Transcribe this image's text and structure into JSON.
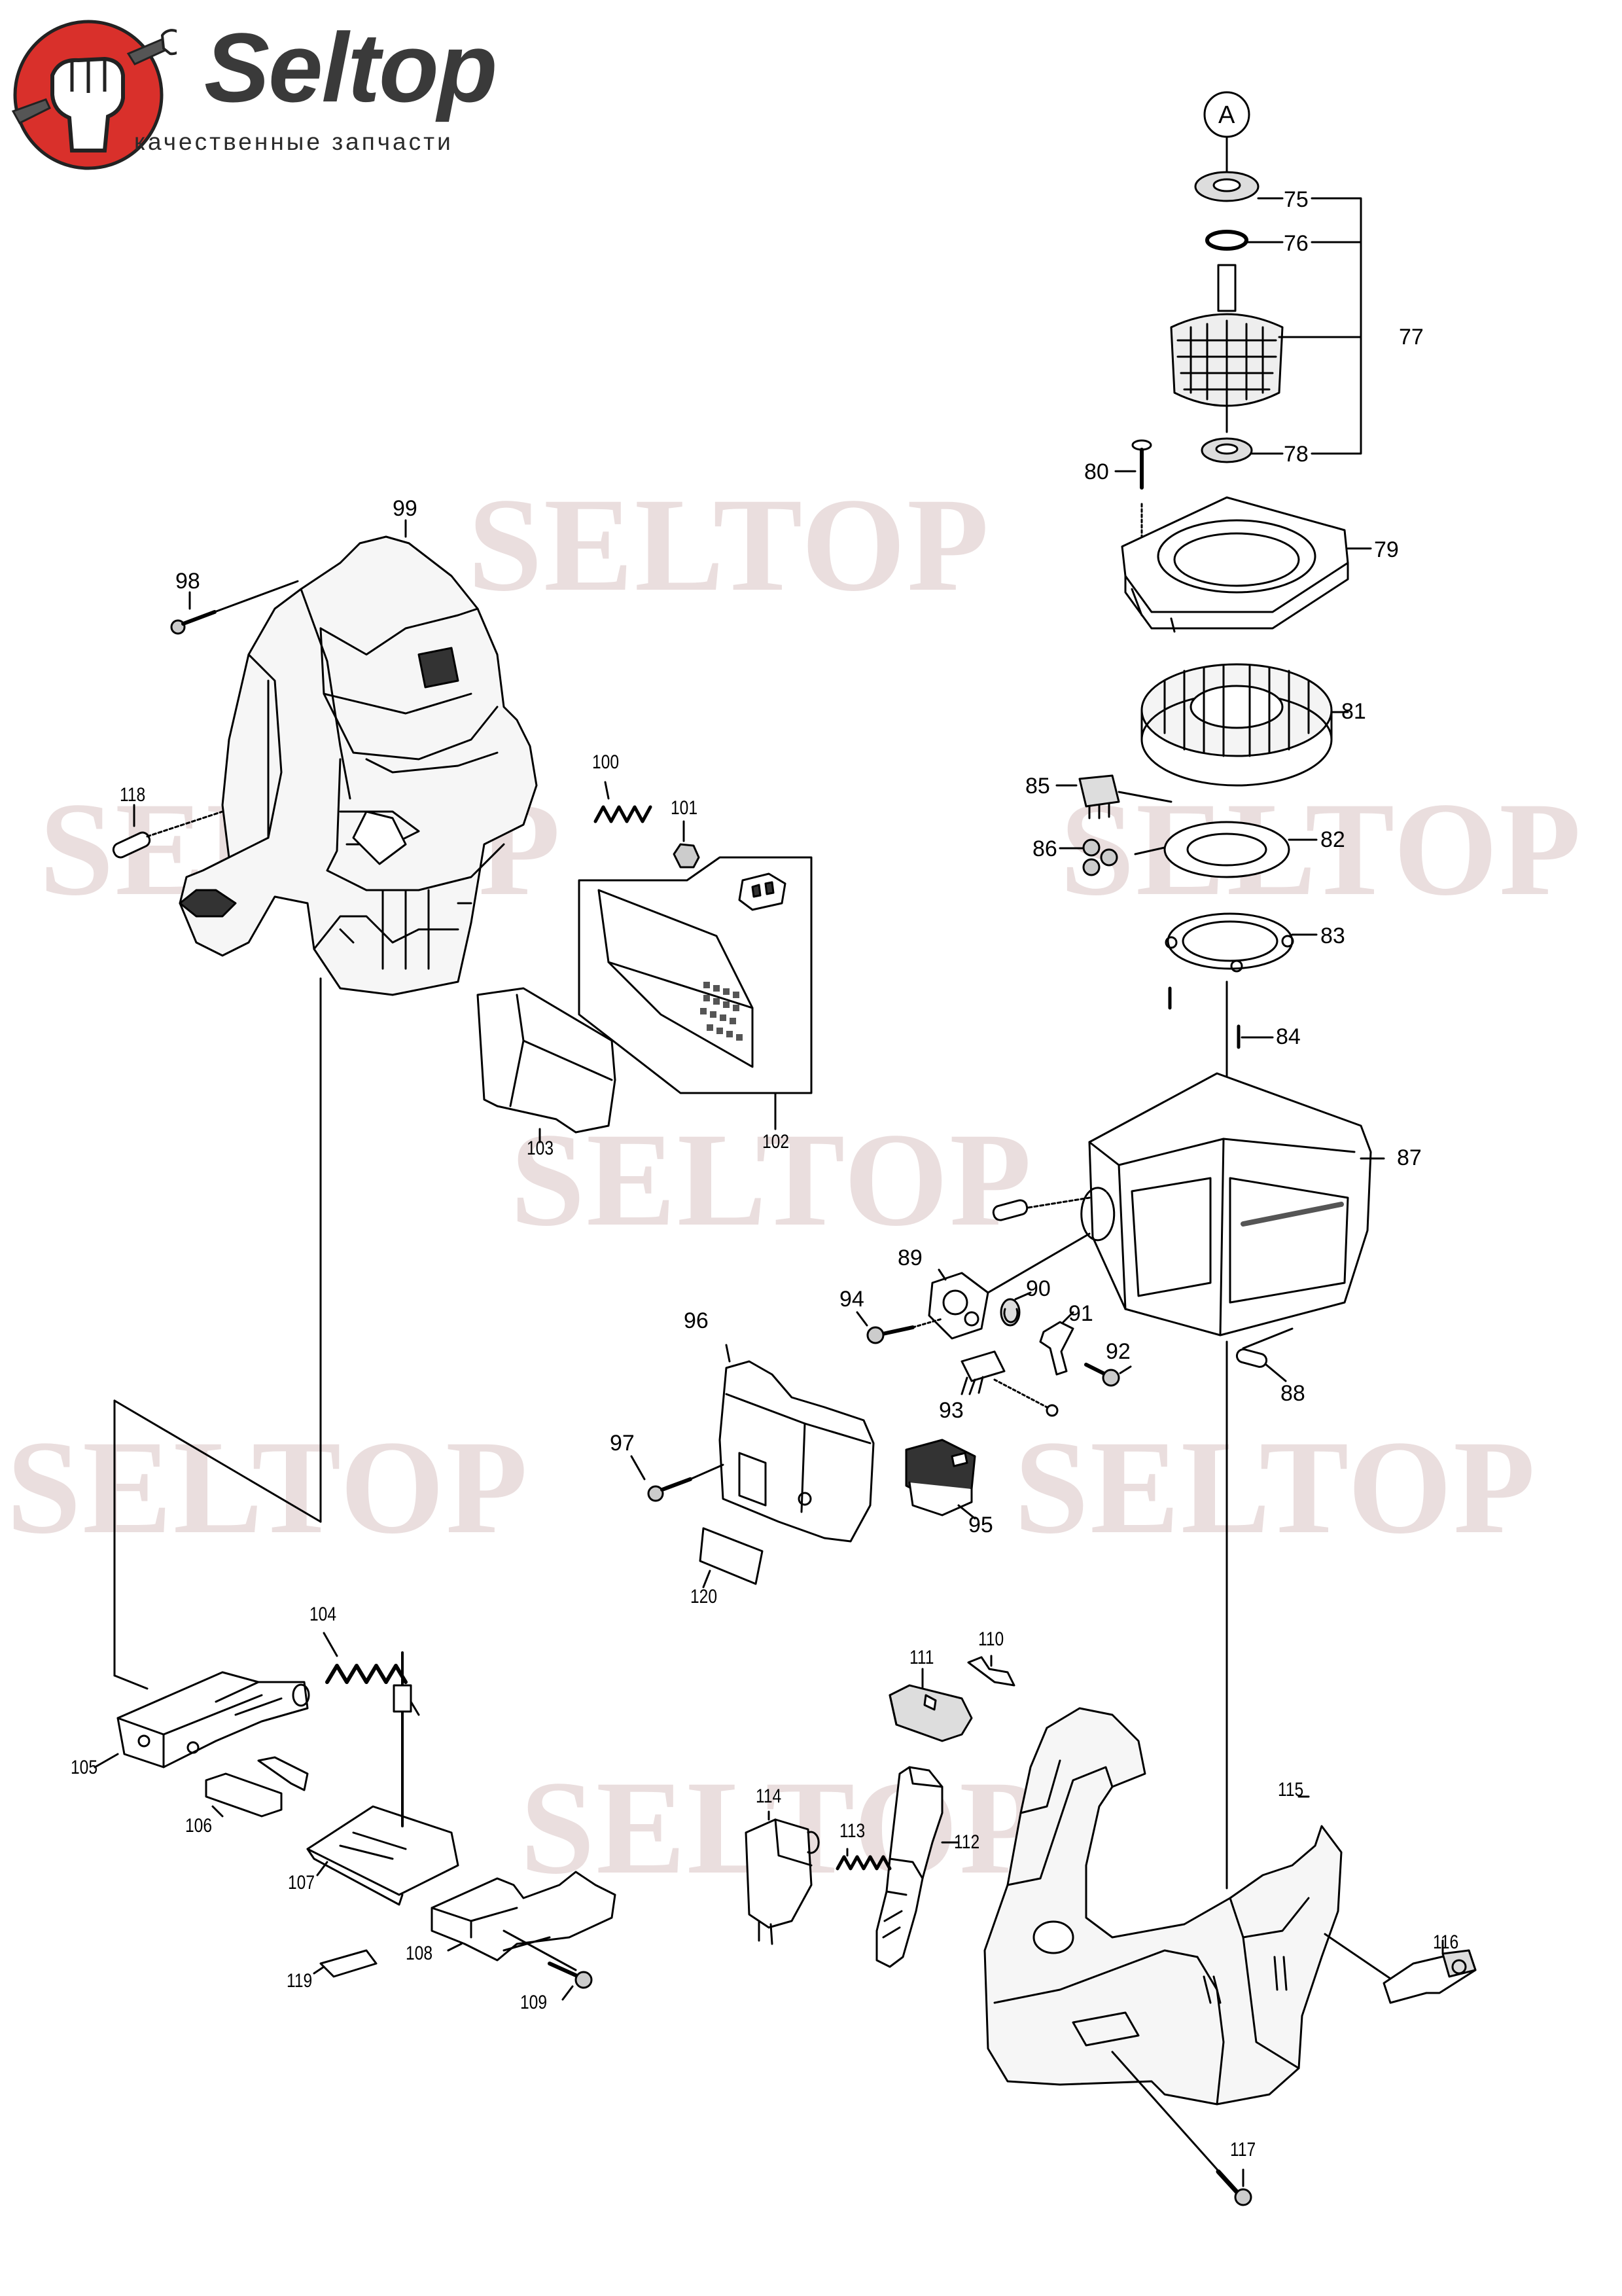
{
  "brand": {
    "name": "Seltop",
    "tagline": "качественные запчасти"
  },
  "watermark": "SELTOP",
  "callout": "A",
  "parts": [
    "75",
    "76",
    "77",
    "78",
    "79",
    "80",
    "81",
    "82",
    "83",
    "84",
    "85",
    "86",
    "87",
    "88",
    "89",
    "90",
    "91",
    "92",
    "93",
    "94",
    "95",
    "96",
    "97",
    "98",
    "99",
    "100",
    "101",
    "102",
    "103",
    "104",
    "105",
    "106",
    "107",
    "108",
    "109",
    "110",
    "111",
    "112",
    "113",
    "114",
    "115",
    "116",
    "117",
    "118",
    "119",
    "120"
  ],
  "colors": {
    "logo_red": "#d9302b",
    "brand_gray": "#3a3a3a",
    "watermark": "#eadede",
    "line": "#000000"
  }
}
